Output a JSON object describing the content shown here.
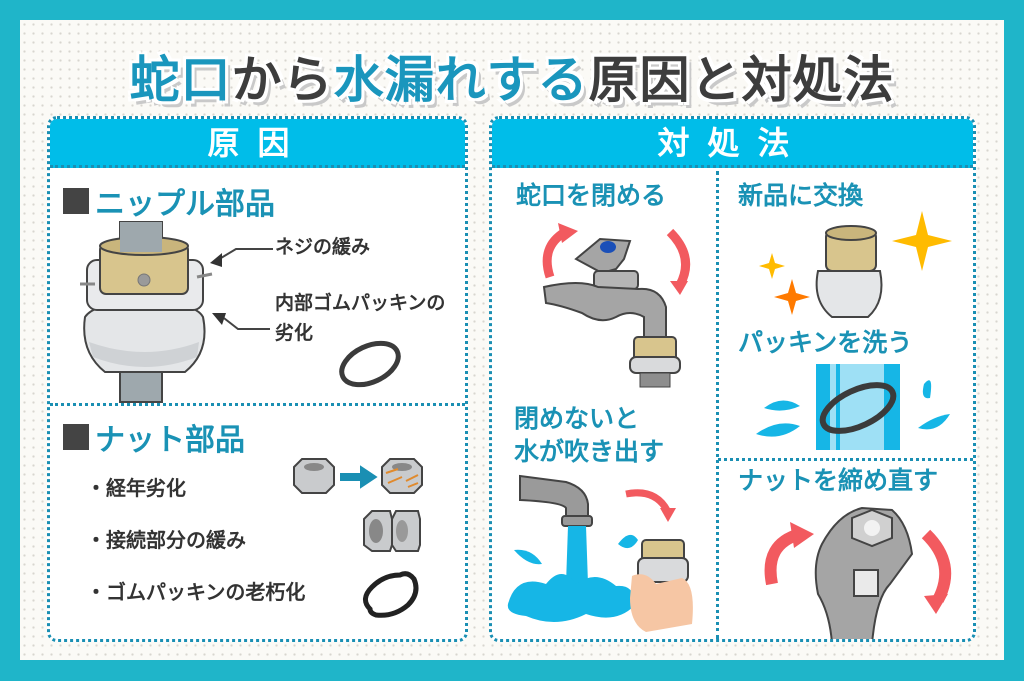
{
  "title": {
    "part1": "蛇口",
    "part2": "から",
    "part3": "水漏れする",
    "part4": "原因と対処法"
  },
  "colors": {
    "frame": "#1fb5c9",
    "header": "#00bde9",
    "accent_text": "#1a92b5",
    "dark_text": "#3d3d3d",
    "arrow_red": "#f25a5f",
    "water": "#16b6e6",
    "sparkle_yellow": "#ffbb00",
    "sparkle_orange": "#ff7a00"
  },
  "causes": {
    "header": "原因",
    "nipple": {
      "heading": "ニップル部品",
      "labels": [
        "ネジの緩み",
        "内部ゴムパッキンの",
        "劣化"
      ]
    },
    "nut": {
      "heading": "ナット部品",
      "items": [
        {
          "text": "・経年劣化",
          "icon": "nut-rust-icon"
        },
        {
          "text": "・接続部分の緩み",
          "icon": "loose-nut-icon"
        },
        {
          "text": "・ゴムパッキンの老朽化",
          "icon": "deformed-packing-icon"
        }
      ]
    }
  },
  "solutions": {
    "header": "対処法",
    "close_faucet": {
      "heading": "蛇口を閉める"
    },
    "warning": {
      "heading_line1": "閉めないと",
      "heading_line2": "水が吹き出す"
    },
    "replace": {
      "heading": "新品に交換"
    },
    "wash": {
      "heading": "パッキンを洗う"
    },
    "tighten": {
      "heading": "ナットを締め直す"
    }
  }
}
